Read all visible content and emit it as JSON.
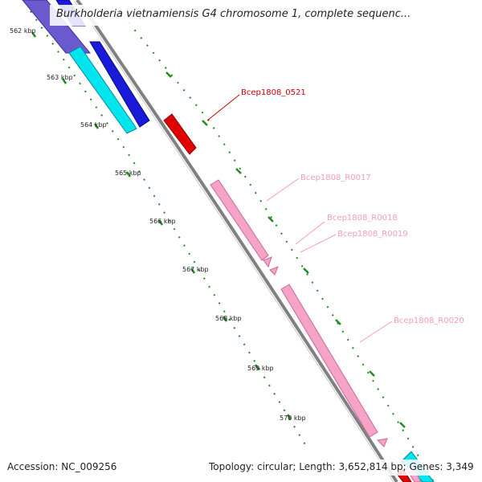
{
  "title": "Burkholderia vietnamiensis G4 chromosome 1, complete sequenc...",
  "accession_label": "Accession: NC_009256",
  "footer_summary": "Topology: circular; Length: 3,652,814 bp; Genes: 3,349",
  "ticks": [
    "562 kbp",
    "563 kbp",
    "564 kbp",
    "565 kbp",
    "566 kbp",
    "567 kbp",
    "568 kbp",
    "569 kbp",
    "570 kbp"
  ],
  "genes": [
    {
      "name": "Bcep1808_0521",
      "color": "#cc0000",
      "icon": "red-arrow"
    },
    {
      "name": "Bcep1808_R0017",
      "color": "#f49ac1",
      "icon": "pink-arrow"
    },
    {
      "name": "Bcep1808_R0018",
      "color": "#f49ac1",
      "icon": "pink-arrow"
    },
    {
      "name": "Bcep1808_R0019",
      "color": "#f49ac1",
      "icon": "pink-arrow"
    },
    {
      "name": "Bcep1808_R0020",
      "color": "#f49ac1",
      "icon": "pink-arrow"
    }
  ],
  "colors": {
    "backbone": "#808080",
    "tick_marks": "#228b22",
    "forward_cds_dark": "#1a1adb",
    "forward_cds_lavender": "#6a5acd",
    "cyan_feature": "#00e5ee",
    "red_gene": "#e00000",
    "pink_rna": "#f5a3c7"
  }
}
